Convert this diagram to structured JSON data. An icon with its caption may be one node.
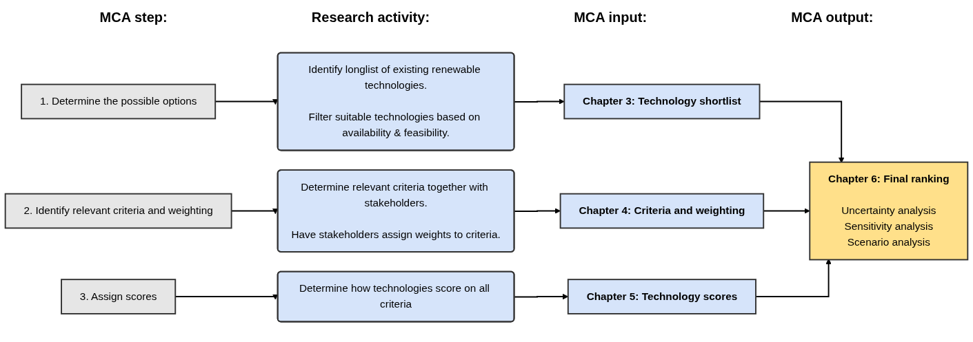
{
  "diagram": {
    "nodes": [
      {
        "text": [
          "1. Determine the possible options"
        ]
      },
      {
        "text": [
          "Identify longlist of existing renewable technologies.",
          "Filter suitable technologies based on availability & feasibility."
        ]
      },
      {
        "text": [
          "Chapter 3: Technology shortlist"
        ]
      },
      {
        "text": [
          "2. Identify relevant criteria and weighting"
        ]
      },
      {
        "text": [
          "Determine relevant criteria together with stakeholders.",
          "Have stakeholders assign weights to criteria."
        ]
      },
      {
        "text": [
          "Chapter 4: Criteria and weighting"
        ]
      },
      {
        "text": [
          "3. Assign scores"
        ]
      },
      {
        "text": [
          "Determine how technologies score on all criteria"
        ]
      },
      {
        "text": [
          "Chapter 5: Technology scores"
        ]
      },
      {
        "text": [
          "Chapter 6: Final ranking",
          "Uncertainty analysis",
          "Sensitivity analysis",
          "Scenario analysis"
        ]
      }
    ],
    "edges": [
      {
        "from": 0,
        "to": 1,
        "arrow": "to"
      },
      {
        "from": 1,
        "to": 2,
        "arrow": "to"
      },
      {
        "from": 3,
        "to": 4,
        "arrow": "to"
      },
      {
        "from": 4,
        "to": 5,
        "arrow": "to"
      },
      {
        "from": 6,
        "to": 7,
        "arrow": "to"
      },
      {
        "from": 7,
        "to": 8,
        "arrow": "to"
      },
      {
        "from": 2,
        "to": 9,
        "arrow": "to"
      },
      {
        "from": 5,
        "to": 9,
        "arrow": "to"
      },
      {
        "from": 8,
        "to": 9,
        "arrow": "to"
      }
    ],
    "labels": [
      "MCA step:",
      "Research activity:",
      "MCA input:",
      "MCA output:"
    ]
  }
}
